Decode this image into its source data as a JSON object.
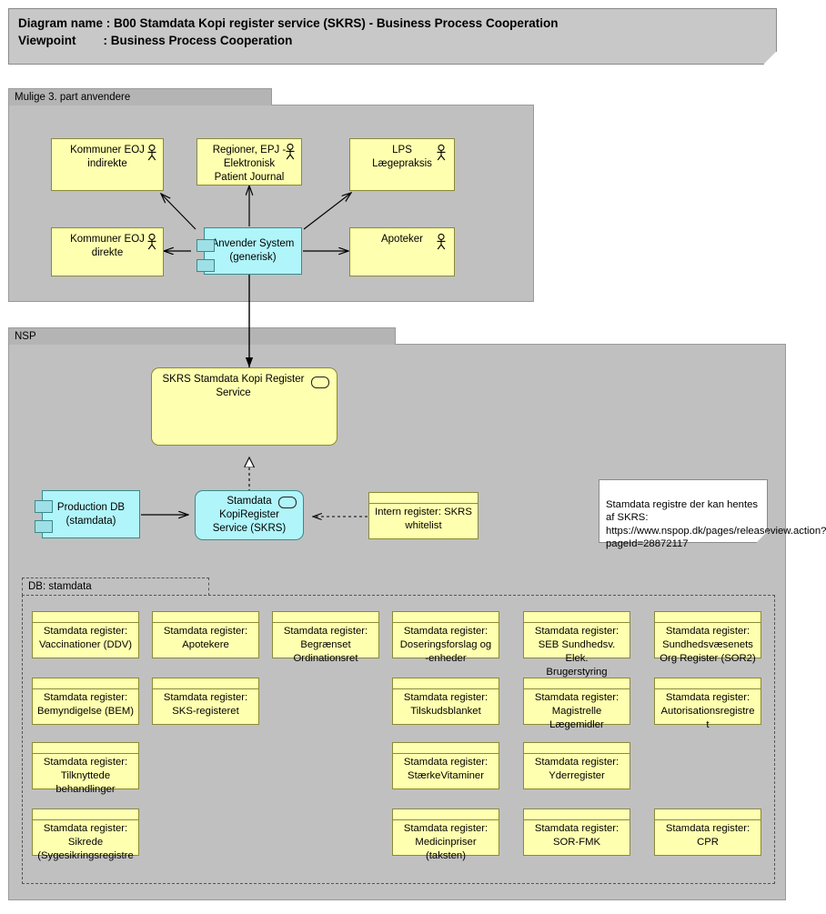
{
  "header": {
    "line1": "Diagram name : B00 Stamdata Kopi register service (SKRS) - Business Process Cooperation",
    "line2": "Viewpoint        : Business Process Cooperation"
  },
  "groups": {
    "third_party": {
      "title": "Mulige 3. part anvendere"
    },
    "nsp": {
      "title": "NSP"
    },
    "db": {
      "title": "DB: stamdata"
    }
  },
  "third_party_elements": [
    {
      "name": "kommuner-eoj-indirekte",
      "label": "Kommuner EOJ\nindirekte",
      "icon": "actor-icon",
      "kind": "actor"
    },
    {
      "name": "regioner-epj",
      "label": "Regioner, EPJ -\nElektronisk\nPatient Journal",
      "icon": "actor-icon",
      "kind": "actor"
    },
    {
      "name": "lps-laegepraksis",
      "label": "LPS\nLægepraksis",
      "icon": "actor-icon",
      "kind": "actor"
    },
    {
      "name": "kommuner-eoj-direkte",
      "label": "Kommuner EOJ\ndirekte",
      "icon": "actor-icon",
      "kind": "actor"
    },
    {
      "name": "apoteker",
      "label": "Apoteker",
      "icon": "actor-icon",
      "kind": "actor"
    },
    {
      "name": "anvender-system",
      "label": "Anvender System\n(generisk)",
      "icon": "component-icon",
      "kind": "component"
    }
  ],
  "nsp_elements": {
    "skrs_service": {
      "label": "SKRS Stamdata Kopi Register\nService",
      "icon": "service-oval-icon"
    },
    "production_db": {
      "label": "Production DB\n(stamdata)",
      "icon": "component-icon"
    },
    "skrs_component": {
      "label": "Stamdata\nKopiRegister\nService (SKRS)",
      "icon": "service-oval-icon"
    },
    "intern_register": {
      "label": "Intern register: SKRS\nwhitelist"
    },
    "note": {
      "text": "Stamdata registre der kan hentes af SKRS: https://www.nspop.dk/pages/releaseview.action?pageId=28872117"
    }
  },
  "registers": [
    {
      "label": "Stamdata register:\nVaccinationer (DDV)",
      "col": 0,
      "row": 0
    },
    {
      "label": "Stamdata register:\nApotekere",
      "col": 1,
      "row": 0
    },
    {
      "label": "Stamdata register:\nBegrænset\nOrdinationsret",
      "col": 2,
      "row": 0
    },
    {
      "label": "Stamdata register:\nDoseringsforslag og\n-enheder",
      "col": 3,
      "row": 0
    },
    {
      "label": "Stamdata register:\nSEB Sundhedsv. Elek.\nBrugerstyring",
      "col": 4,
      "row": 0
    },
    {
      "label": "Stamdata register:\nSundhedsvæsenets\nOrg Register (SOR2)",
      "col": 5,
      "row": 0
    },
    {
      "label": "Stamdata register:\nBemyndigelse (BEM)",
      "col": 0,
      "row": 1
    },
    {
      "label": "Stamdata register:\nSKS-registeret",
      "col": 1,
      "row": 1
    },
    {
      "label": "Stamdata register:\nTilskudsblanket",
      "col": 3,
      "row": 1
    },
    {
      "label": "Stamdata register:\nMagistrelle\nLægemidler",
      "col": 4,
      "row": 1
    },
    {
      "label": "Stamdata register:\nAutorisationsregistre\nt",
      "col": 5,
      "row": 1
    },
    {
      "label": "Stamdata register:\nTilknyttede\nbehandlinger",
      "col": 0,
      "row": 2
    },
    {
      "label": "Stamdata register:\nStærkeVitaminer",
      "col": 3,
      "row": 2
    },
    {
      "label": "Stamdata register:\nYderregister",
      "col": 4,
      "row": 2
    },
    {
      "label": "Stamdata register:\nSikrede\n(Sygesikringsregistre",
      "col": 0,
      "row": 3
    },
    {
      "label": "Stamdata register:\nMedicinpriser\n(taksten)",
      "col": 3,
      "row": 3
    },
    {
      "label": "Stamdata register:\nSOR-FMK",
      "col": 4,
      "row": 3
    },
    {
      "label": "Stamdata register:\nCPR",
      "col": 5,
      "row": 3
    }
  ],
  "colors": {
    "background": "#ffffff",
    "group_fill": "#c0c0c0",
    "group_tab": "#b4b4b4",
    "element_yellow": "#ffffb0",
    "element_cyan": "#b0f5fa",
    "note_white": "#ffffff",
    "line": "#000000"
  }
}
